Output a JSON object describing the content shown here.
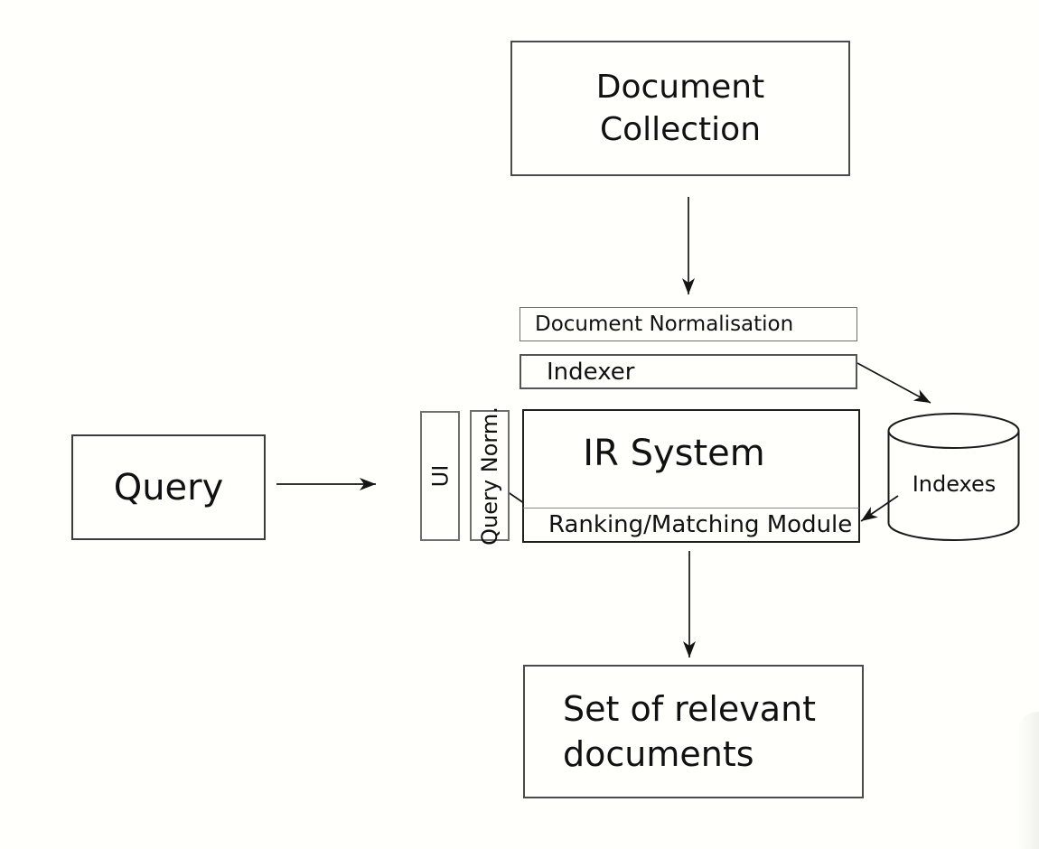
{
  "diagram": {
    "nodes": {
      "document_collection": {
        "line1": "Document",
        "line2": "Collection"
      },
      "document_normalisation": {
        "label": "Document Normalisation"
      },
      "indexer": {
        "label": "Indexer"
      },
      "ir_system": {
        "label": "IR System"
      },
      "ranking_matching": {
        "label": "Ranking/Matching Module"
      },
      "ui": {
        "label": "UI"
      },
      "query_norm": {
        "label": "Query Norm."
      },
      "query": {
        "label": "Query"
      },
      "indexes": {
        "label": "Indexes"
      },
      "set_of_relevant_documents": {
        "line1": "Set of relevant",
        "line2": "documents"
      }
    },
    "edges": [
      {
        "from": "document_collection",
        "to": "document_normalisation"
      },
      {
        "from": "query",
        "to": "ui"
      },
      {
        "from": "indexer",
        "to": "indexes"
      },
      {
        "from": "query_norm",
        "to": "ranking_matching"
      },
      {
        "from": "indexes",
        "to": "ranking_matching"
      },
      {
        "from": "ranking_matching",
        "to": "set_of_relevant_documents"
      }
    ],
    "colors": {
      "background": "#fffffc",
      "stroke": "#151515",
      "box_border_dark": "#1f1f1f",
      "box_border_light": "#6f6f6f",
      "text": "#111111"
    }
  }
}
